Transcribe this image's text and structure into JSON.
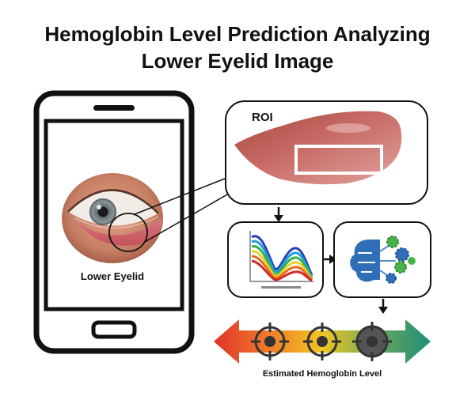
{
  "title": {
    "line1": "Hemoglobin Level Prediction Analyzing",
    "line2": "Lower Eyelid Image"
  },
  "phone": {
    "eye_label": "Lower Eyelid"
  },
  "roi": {
    "label": "ROI"
  },
  "scale": {
    "label": "Estimated Hemoglobin Level",
    "colors": [
      "#e0322b",
      "#f2c623",
      "#3d9a67",
      "#1e8f78"
    ]
  },
  "icons": [
    "smartphone-icon",
    "eye-icon",
    "spectrum-plot-icon",
    "ai-brain-gears-icon",
    "target-crosshair-icon",
    "arrow-icon"
  ]
}
